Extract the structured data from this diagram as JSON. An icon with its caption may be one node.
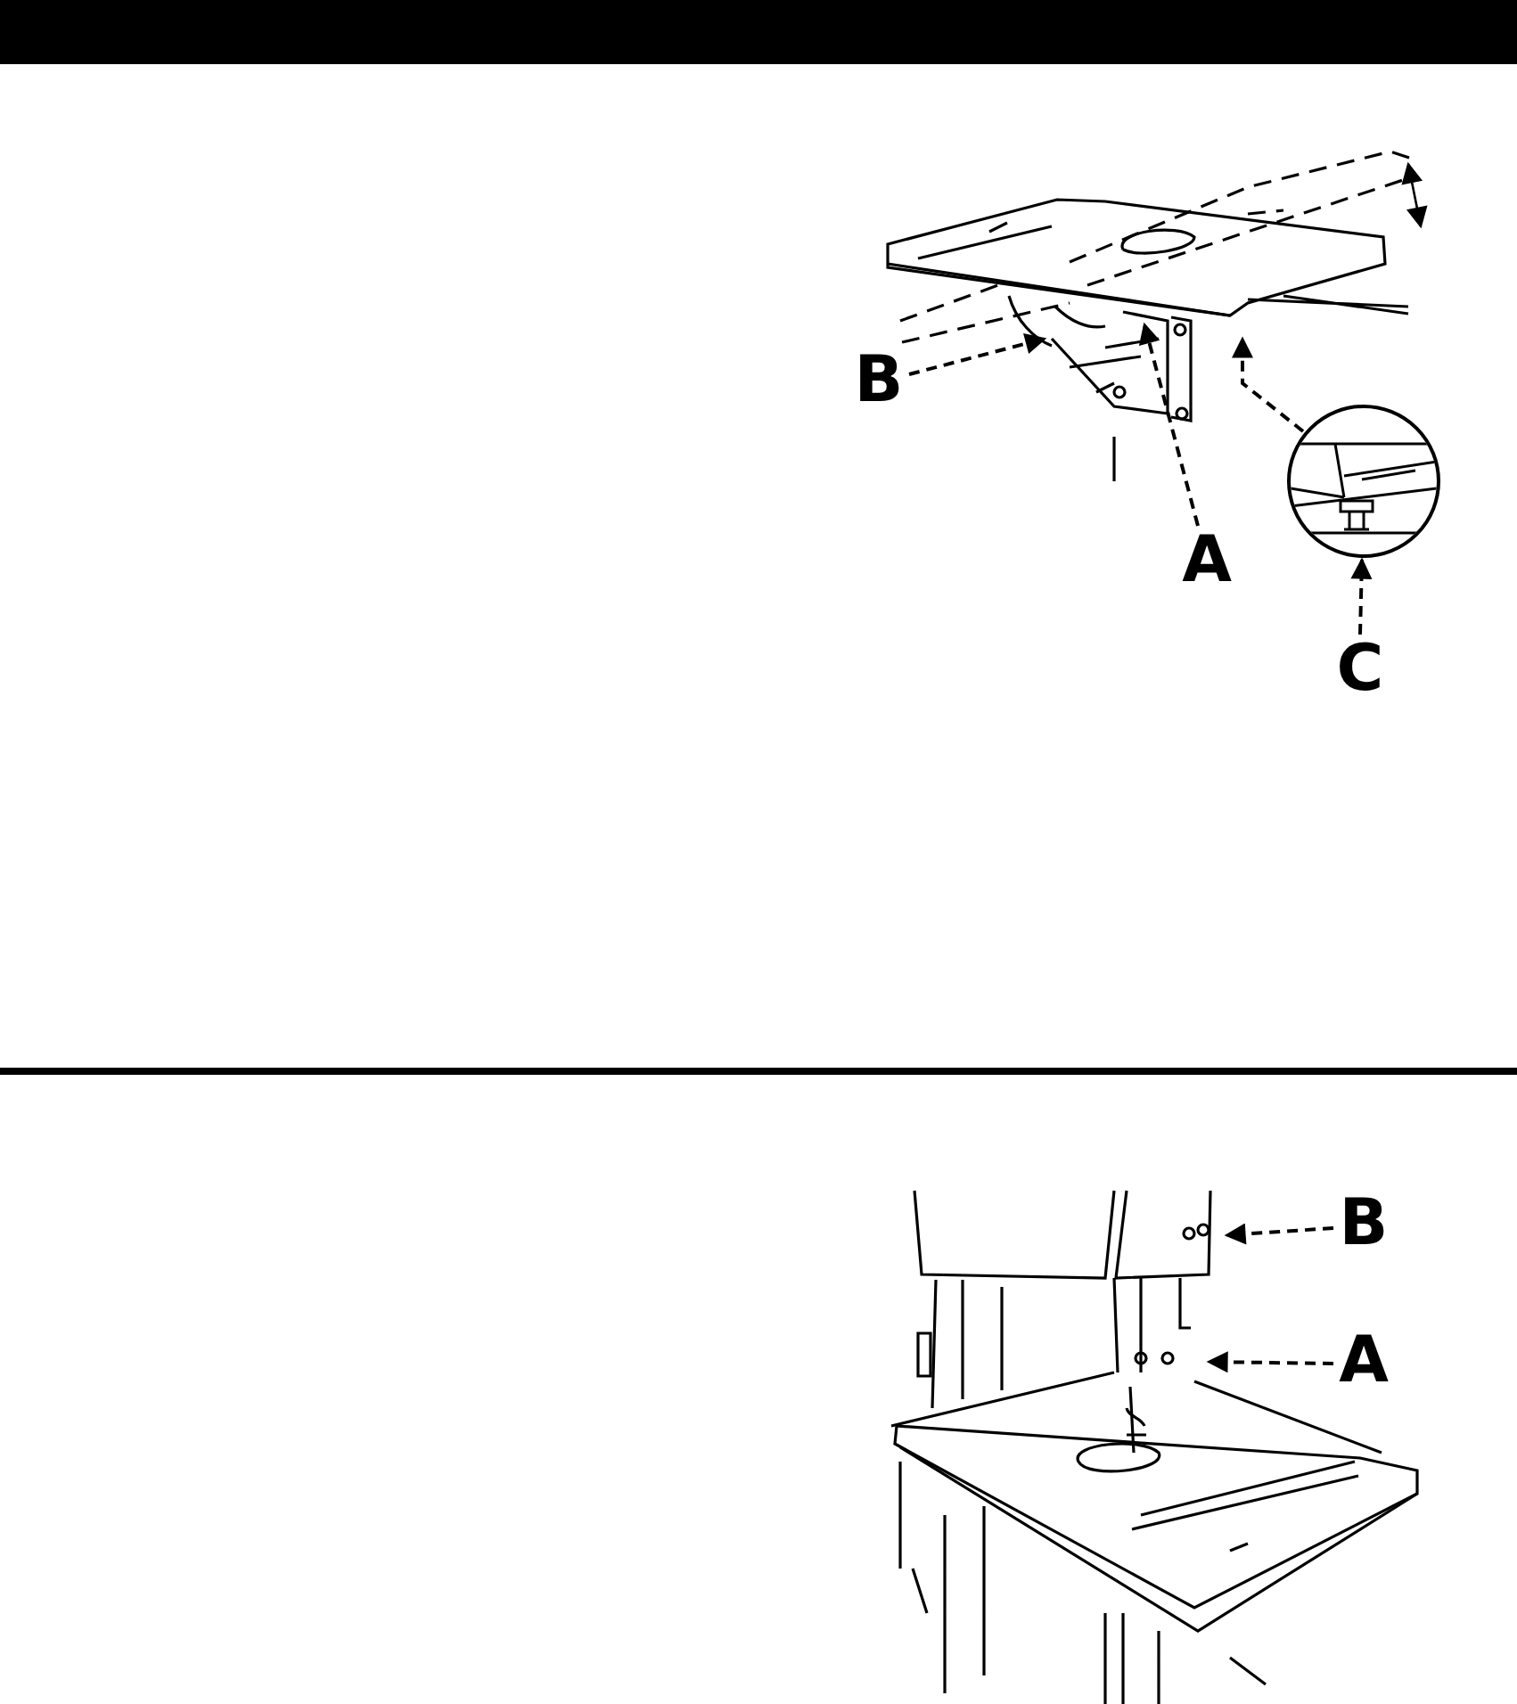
{
  "diagram": {
    "nodes": [
      {
        "text": [
          "B"
        ]
      },
      {
        "text": [
          "A"
        ]
      },
      {
        "text": [],
        "shape": "picture"
      },
      {
        "text": [
          "C"
        ]
      },
      {
        "text": [
          "B"
        ]
      },
      {
        "text": [
          "A"
        ]
      }
    ],
    "edges": [
      {
        "from": 0,
        "to": null,
        "arrow": "to",
        "style": "dashed"
      },
      {
        "from": 1,
        "to": null,
        "arrow": "to",
        "style": "dashed"
      },
      {
        "from": 3,
        "to": 2,
        "arrow": "to",
        "style": "dashed"
      },
      {
        "from": 2,
        "to": null,
        "arrow": "to",
        "style": "dashed"
      },
      {
        "from": 4,
        "to": null,
        "arrow": "to",
        "style": "dashed"
      },
      {
        "from": 5,
        "to": null,
        "arrow": "to",
        "style": "dashed"
      }
    ]
  }
}
